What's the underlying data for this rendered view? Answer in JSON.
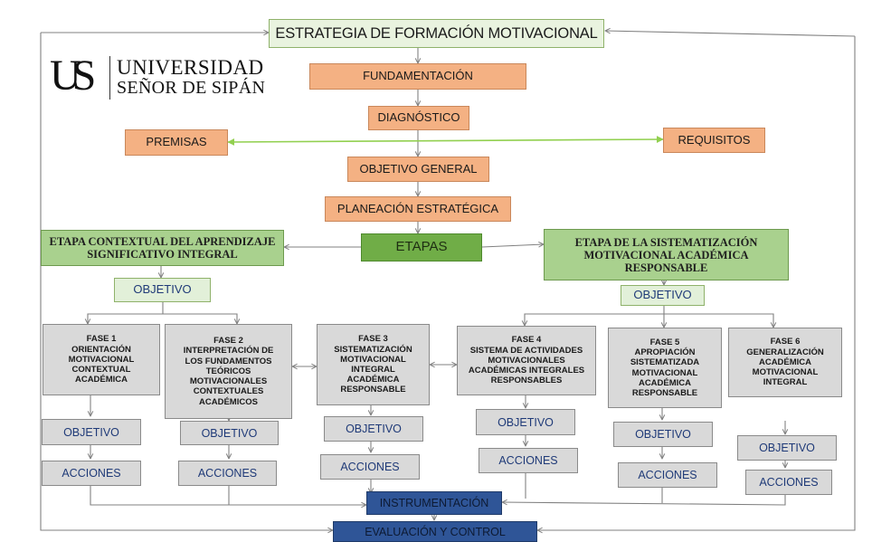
{
  "logo": {
    "monogram": "US",
    "line1": "UNIVERSIDAD",
    "line2": "SEÑOR DE SIPÁN"
  },
  "title": "ESTRATEGIA DE FORMACIÓN MOTIVACIONAL",
  "flow": {
    "fundamentacion": "FUNDAMENTACIÓN",
    "diagnostico": "DIAGNÓSTICO",
    "premisas": "PREMISAS",
    "requisitos": "REQUISITOS",
    "objetivo_general": "OBJETIVO GENERAL",
    "planeacion": "PLANEACIÓN ESTRATÉGICA",
    "etapas": "ETAPAS"
  },
  "stages": {
    "left": [
      "ETAPA CONTEXTUAL DEL APRENDIZAJE",
      "SIGNIFICATIVO INTEGRAL"
    ],
    "right": [
      "ETAPA DE LA SISTEMATIZACIÓN",
      "MOTIVACIONAL ACADÉMICA",
      "RESPONSABLE"
    ],
    "objective_label": "OBJETIVO"
  },
  "phases": [
    {
      "lines": [
        "FASE 1",
        "ORIENTACIÓN",
        "MOTIVACIONAL",
        "CONTEXTUAL",
        "ACADÉMICA"
      ],
      "objective": "OBJETIVO",
      "actions": "ACCIONES"
    },
    {
      "lines": [
        "FASE 2",
        "INTERPRETACIÓN DE",
        "LOS FUNDAMENTOS",
        "TEÓRICOS",
        "MOTIVACIONALES",
        "CONTEXTUALES",
        "ACADÉMICOS"
      ],
      "objective": "OBJETIVO",
      "actions": "ACCIONES"
    },
    {
      "lines": [
        "FASE 3",
        "SISTEMATIZACIÓN",
        "MOTIVACIONAL",
        "INTEGRAL",
        "ACADÉMICA",
        "RESPONSABLE"
      ],
      "objective": "OBJETIVO",
      "actions": "ACCIONES"
    },
    {
      "lines": [
        "FASE 4",
        "SISTEMA DE ACTIVIDADES",
        "MOTIVACIONALES",
        "ACADÉMICAS INTEGRALES",
        "RESPONSABLES"
      ],
      "objective": "OBJETIVO",
      "actions": "ACCIONES"
    },
    {
      "lines": [
        "FASE 5",
        "APROPIACIÓN",
        "SISTEMATIZADA",
        "MOTIVACIONAL",
        "ACADÉMICA",
        "RESPONSABLE"
      ],
      "objective": "OBJETIVO",
      "actions": "ACCIONES"
    },
    {
      "lines": [
        "FASE 6",
        "GENERALIZACIÓN",
        "ACADÉMICA",
        "MOTIVACIONAL",
        "INTEGRAL"
      ],
      "objective": "OBJETIVO",
      "actions": "ACCIONES"
    }
  ],
  "bottom": {
    "instrumentacion": "INSTRUMENTACIÓN",
    "evaluacion": "EVALUACIÓN Y CONTROL"
  },
  "colors": {
    "title_fill": "#e9f3df",
    "orange": "#f4b183",
    "green_stage": "#a9d18e",
    "green_etapas": "#70ad47",
    "green_objective": "#e2f0d9",
    "grey_phase": "#d9d9d9",
    "blue_bottom": "#2f5597",
    "text_blue": "#1f3a78",
    "premisas_link": "#92d050"
  }
}
